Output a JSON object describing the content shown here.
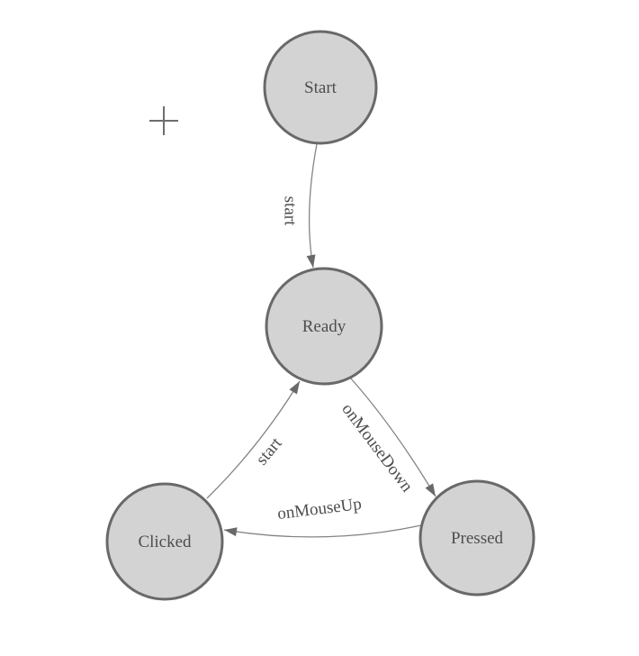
{
  "diagram": {
    "type": "state-machine",
    "background": "#ffffff",
    "palette": {
      "node_fill": "#d3d3d3",
      "node_stroke": "#696969",
      "node_label_color": "#4d4d4d",
      "edge_stroke": "#848484",
      "edge_label_color": "#4d4d4d",
      "arrowhead_fill": "#696969",
      "crosshair_color": "#6e6e6e"
    },
    "nodes": [
      {
        "id": "start",
        "label": "Start"
      },
      {
        "id": "ready",
        "label": "Ready"
      },
      {
        "id": "clicked",
        "label": "Clicked"
      },
      {
        "id": "pressed",
        "label": "Pressed"
      }
    ],
    "edges": [
      {
        "from": "start",
        "to": "ready",
        "label": "start"
      },
      {
        "from": "clicked",
        "to": "ready",
        "label": "start"
      },
      {
        "from": "ready",
        "to": "pressed",
        "label": "onMouseDown"
      },
      {
        "from": "pressed",
        "to": "clicked",
        "label": "onMouseUp"
      }
    ]
  }
}
